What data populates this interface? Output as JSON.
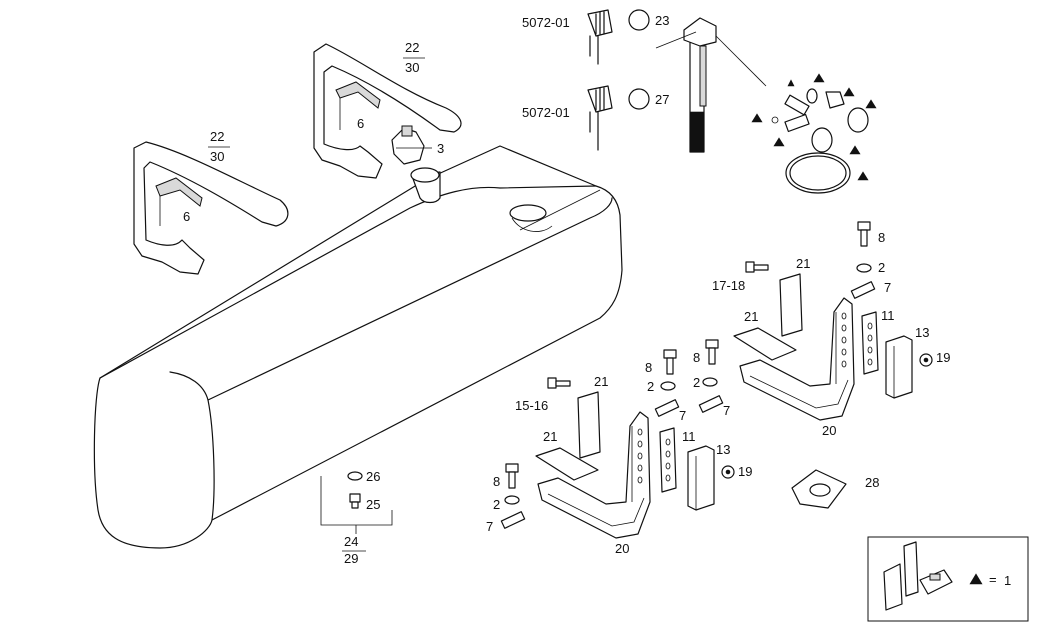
{
  "callouts": {
    "c22a": "22",
    "c30a": "30",
    "c6a": "6",
    "c22b": "22",
    "c30b": "30",
    "c6b": "6",
    "c3": "3",
    "c5072a": "5072-01",
    "c23": "23",
    "c5072b": "5072-01",
    "c27": "27",
    "c8a": "8",
    "c2a": "2",
    "c17_18": "17-18",
    "c21a": "21",
    "c7a": "7",
    "c21b": "21",
    "c11a": "11",
    "c13a": "13",
    "c19a": "19",
    "c20a": "20",
    "c8b": "8",
    "c8c": "8",
    "c2b": "2",
    "c2c": "2",
    "c15_16": "15-16",
    "c21c": "21",
    "c7b": "7",
    "c7c": "7",
    "c21d": "21",
    "c11b": "11",
    "c13b": "13",
    "c19b": "19",
    "c20b": "20",
    "c8d": "8",
    "c2d": "2",
    "c7d": "7",
    "c26": "26",
    "c25": "25",
    "c24": "24",
    "c29": "29",
    "c28": "28"
  },
  "legend": {
    "equals": "=",
    "count": "1",
    "symbol": "triangle-icon"
  }
}
